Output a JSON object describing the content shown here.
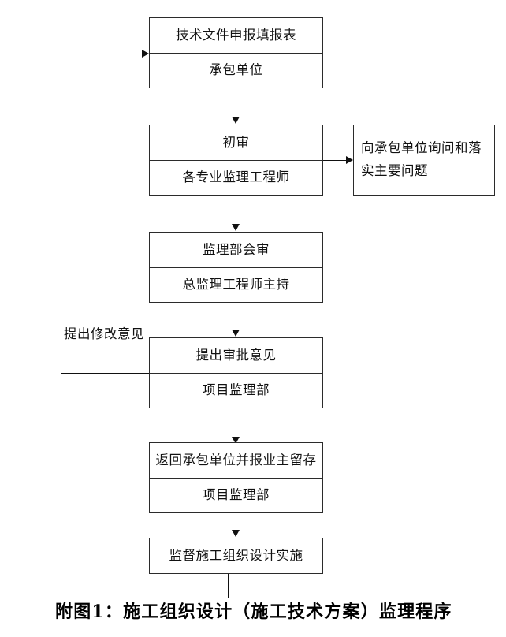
{
  "diagram": {
    "title_caption": "附图1：施工组织设计（施工技术方案）监理程序",
    "loop_label": "提出修改意见",
    "nodes": [
      {
        "id": "n1",
        "top_label": "技术文件申报填报表",
        "bottom_label": "承包单位"
      },
      {
        "id": "n2",
        "top_label": "初审",
        "bottom_label": "各专业监理工程师"
      },
      {
        "id": "n3",
        "top_label": "监理部会审",
        "bottom_label": "总监理工程师主持"
      },
      {
        "id": "n4",
        "top_label": "提出审批意见",
        "bottom_label": "项目监理部"
      },
      {
        "id": "n5",
        "top_label": "返回承包单位并报业主留存",
        "bottom_label": "项目监理部"
      },
      {
        "id": "n6",
        "top_label": "监督施工组织设计实施",
        "bottom_label": ""
      }
    ],
    "side_note": {
      "line1": "向承包单位询问和落",
      "line2": "实主要问题"
    },
    "colors": {
      "stroke": "#2b2b2b",
      "line": "#111111",
      "background": "#ffffff",
      "text": "#111111"
    }
  }
}
